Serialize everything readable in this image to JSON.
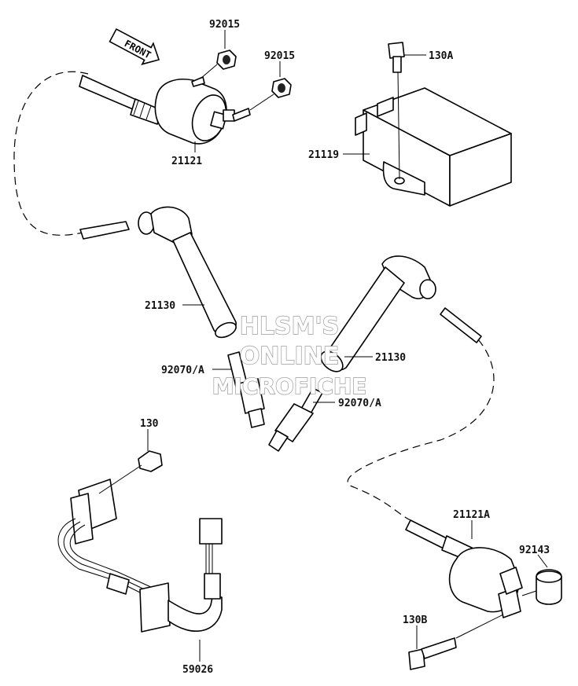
{
  "labels": {
    "p92015_a": "92015",
    "p92015_b": "92015",
    "p130A": "130A",
    "p21119": "21119",
    "p21121": "21121",
    "p21130_a": "21130",
    "p21130_b": "21130",
    "p92070A_a": "92070/A",
    "p92070A_b": "92070/A",
    "p130": "130",
    "p21121A": "21121A",
    "p92143": "92143",
    "p130B": "130B",
    "p59026": "59026"
  },
  "front_arrow": "FRONT",
  "watermark": {
    "line1": "HLSM'S",
    "line2": "ONLINE",
    "line3": "MICROFICHE"
  }
}
